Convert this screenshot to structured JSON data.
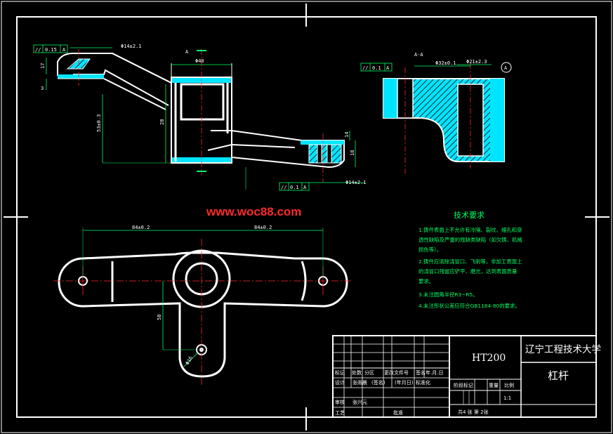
{
  "watermark": "www.woc88.com",
  "colors": {
    "background": "#000000",
    "line": "#ffffff",
    "hatch": "#00e5ff",
    "dimension": "#00ff66",
    "center": "#ff2a2a",
    "watermark": "#ff2a2a"
  },
  "section_label": "A-A",
  "view_marker": "A",
  "callout_circle": "A",
  "dimensions": {
    "top_width": "Φ40",
    "left_bore": "Φ14±2.1",
    "right_bore": "Φ14±2.1",
    "section_bore": "Φ21±2.3",
    "section_width": "Φ32±0.1",
    "height_main": "28",
    "height_left": "53±0.3",
    "plan_left": "84±0.2",
    "plan_right": "84±0.2",
    "plan_down": "58",
    "hole_dia": "Φ16",
    "small_17": "17",
    "small_3": "3",
    "small_14": "14",
    "small_18": "18"
  },
  "tolerance_frames": [
    {
      "sym": "//",
      "val": "0.15",
      "ref": "A"
    },
    {
      "sym": "//",
      "val": "0.1",
      "ref": "A"
    },
    {
      "sym": "//",
      "val": "0.1",
      "ref": "A"
    }
  ],
  "tech_req": {
    "title": "技术要求",
    "lines": [
      "1.铸件表面上不允许有冷隔、裂纹、缩孔和穿",
      "透性缺陷及严重的残缺类缺陷（如欠铸、机械",
      "损伤等）。",
      "2.铸件应清除浇冒口、飞刺等，非加工表面上",
      "的浇冒口残留应铲平、磨光，达到表面质量",
      "要求。",
      "3.未注圆角半径R3~R5。",
      "4.未注形状公差应符合GB1184-80的要求。"
    ]
  },
  "title_block": {
    "material": "HT200",
    "school": "辽宁工程技术大学",
    "part_name": "杠杆",
    "row_labels": [
      "标记",
      "处数",
      "分区",
      "更改文件号",
      "签名",
      "年.月.日"
    ],
    "design_row": [
      "设计",
      "张雨晨",
      "(签名)",
      "(年月日)",
      "标准化"
    ],
    "check_row": [
      "审核",
      "张兴元"
    ],
    "process_row": [
      "工艺",
      "批准"
    ],
    "stage_labels": [
      "阶段标记",
      "重量",
      "比例"
    ],
    "scale": "1:1",
    "sheets": "共4 张 第 2张"
  }
}
